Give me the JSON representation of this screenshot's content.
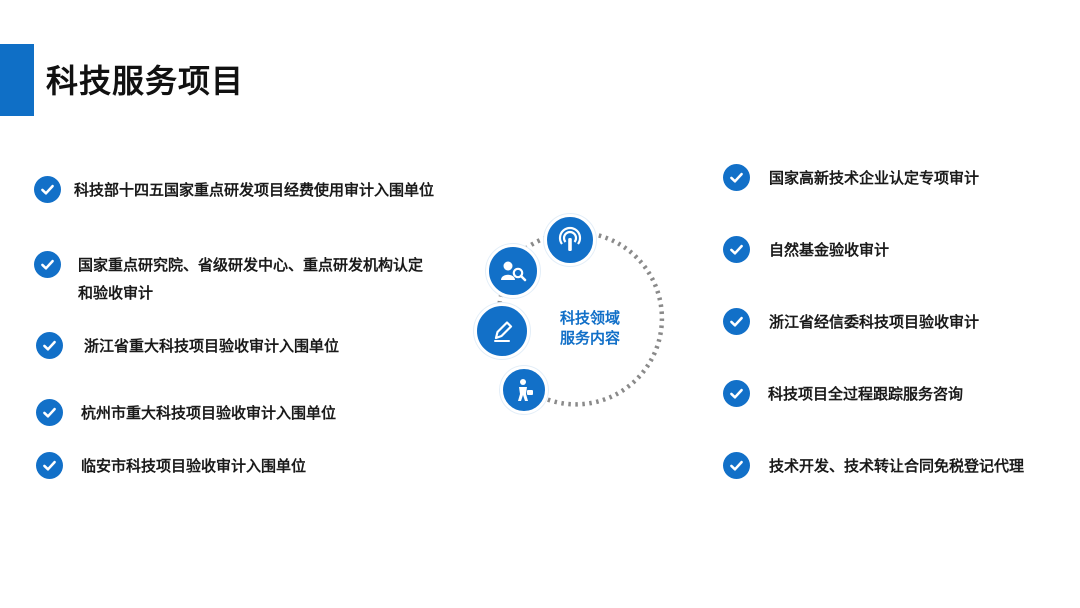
{
  "header": {
    "title": "科技服务项目"
  },
  "center": {
    "line1": "科技领域",
    "line2": "服务内容"
  },
  "left_items": [
    {
      "line1": "科技部十四五国家重点研发项目经费使用审计入围单位"
    },
    {
      "line1": "国家重点研究院、省级研发中心、重点研发机构认定",
      "line2": "和验收审计"
    },
    {
      "line1": "浙江省重大科技项目验收审计入围单位"
    },
    {
      "line1": "杭州市重大科技项目验收审计入围单位"
    },
    {
      "line1": "临安市科技项目验收审计入围单位"
    }
  ],
  "right_items": [
    {
      "line1": "国家高新技术企业认定专项审计"
    },
    {
      "line1": "自然基金验收审计"
    },
    {
      "line1": "浙江省经信委科技项目验收审计"
    },
    {
      "line1": "科技项目全过程跟踪服务咨询"
    },
    {
      "line1": "技术开发、技术转让合同免税登记代理"
    }
  ],
  "icons": [
    "signal-icon",
    "person-search-icon",
    "pencil-icon",
    "businessman-icon"
  ],
  "colors": {
    "accent": "#1270c8",
    "title_bar": "#0f6fc6",
    "ring": "#8a8a8a"
  }
}
